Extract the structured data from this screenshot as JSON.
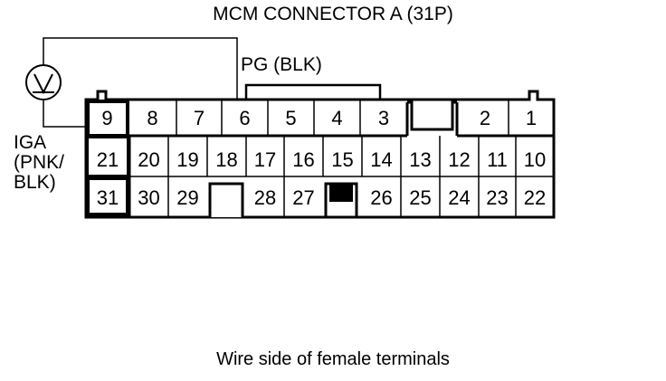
{
  "title": "MCM CONNECTOR A (31P)",
  "caption": "Wire side of female terminals",
  "probe_label": "PG (BLK)",
  "wire_label": [
    "IGA",
    "(PNK/",
    "BLK)"
  ],
  "meter_symbol": "voltmeter-icon",
  "colors": {
    "line": "#000000",
    "background": "#ffffff"
  },
  "rows": [
    [
      "9",
      "8",
      "7",
      "6",
      "5",
      "4",
      "3",
      "",
      "2",
      "1"
    ],
    [
      "21",
      "20",
      "19",
      "18",
      "17",
      "16",
      "15",
      "14",
      "13",
      "12",
      "11",
      "10"
    ],
    [
      "31",
      "30",
      "29",
      "",
      "28",
      "27",
      "",
      "26",
      "25",
      "24",
      "23",
      "22"
    ]
  ],
  "highlighted_terminals": [
    "9",
    "6",
    "3",
    "21",
    "31"
  ]
}
